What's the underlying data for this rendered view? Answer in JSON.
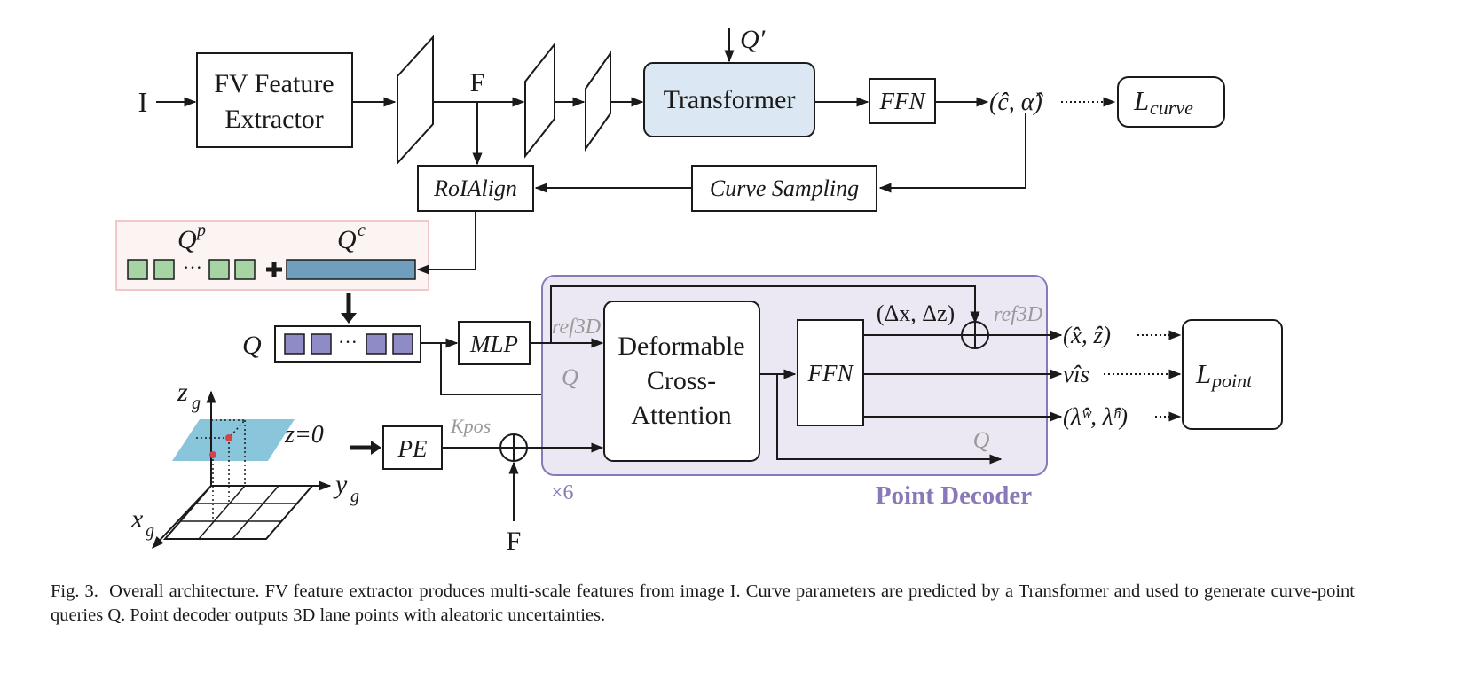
{
  "colors": {
    "transformer_fill": "#dbe7f2",
    "query_bar_fill": "#6f9fbd",
    "point_query_fill": "#8f8bc7",
    "curve_query_fill": "#a7d4a5",
    "decoder_fill": "#ebe7f3",
    "decoder_stroke": "#8a79b9",
    "plane_fill": "#7cc0d8",
    "point_marker": "#d9414a",
    "query_panel_fill": "#fbf4f3",
    "query_panel_stroke": "#f2c7cc"
  },
  "icons": [
    "plus-icon",
    "circle-plus-icon",
    "arrow-icon",
    "coordinate-axes-icon"
  ],
  "labels": {
    "input_image": "I",
    "fv_feature_extractor": [
      "FV Feature",
      "Extractor"
    ],
    "feature_map": "F",
    "query_prime": "Q′",
    "transformer": "Transformer",
    "ffn_top": "FFN",
    "curve_params": "(ĉ, α̂)",
    "loss_curve_main": "L",
    "loss_curve_sub": "curve",
    "roialign": "RoIAlign",
    "curve_sampling": "Curve Sampling",
    "q_point_main": "Q",
    "q_point_sup": "p",
    "q_curve_main": "Q",
    "q_curve_sup": "c",
    "query_ellipsis": "···",
    "q_query": "Q",
    "mlp": "MLP",
    "ref3d_in": "ref3D",
    "q_in": "Q",
    "deformable_cross_attention": [
      "Deformable",
      "Cross-",
      "Attention"
    ],
    "ffn_decoder": "FFN",
    "delta_offsets": "(Δx, Δz)",
    "ref3d_out": "ref3D",
    "out_xz": "(x̂,  ẑ)",
    "out_vis": "vîs",
    "out_lambda": "(λ̂ʷ, λ̂ʰ)",
    "q_out": "Q",
    "loss_point_main": "L",
    "loss_point_sub": "point",
    "repeat": "×6",
    "point_decoder": "Point Decoder",
    "pe": "PE",
    "k_pos": "Kpos",
    "f_bottom": "F",
    "axis_z_main": "z",
    "axis_z_sub": "g",
    "axis_y_main": "y",
    "axis_y_sub": "g",
    "axis_x_main": "x",
    "axis_x_sub": "g",
    "plane_label": "z=0"
  },
  "caption": {
    "prefix": "Fig. 3.",
    "line1": "Overall architecture. FV feature extractor produces multi-scale features from image I. Curve parameters are predicted by a Transformer and used to",
    "line2": "generate curve-point queries Q. Point decoder outputs 3D lane points with aleatoric uncertainties."
  }
}
